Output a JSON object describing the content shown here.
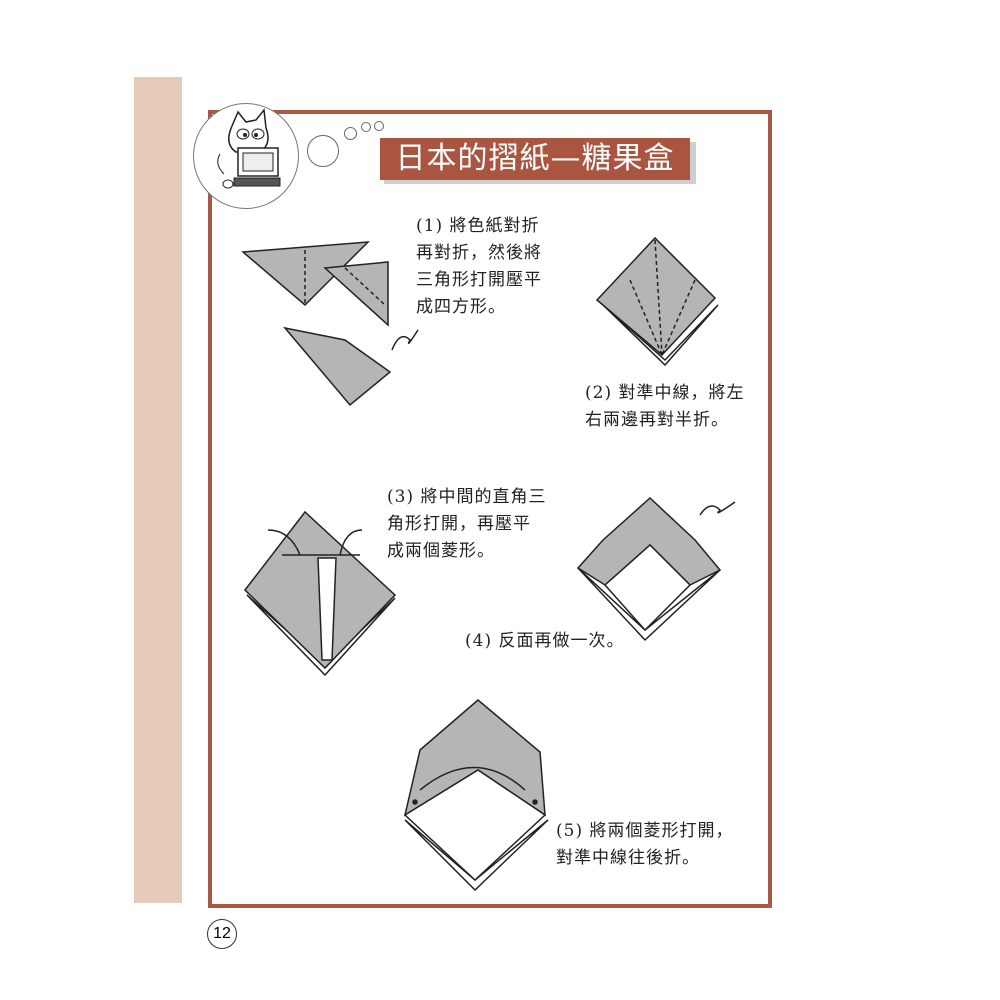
{
  "title": "日本的摺紙—糖果盒",
  "steps": [
    {
      "lines": [
        "(1) 將色紙對折",
        "再對折，然後將",
        "三角形打開壓平",
        "成四方形。"
      ]
    },
    {
      "lines": [
        "(2) 對準中線，將左",
        "右兩邊再對半折。"
      ]
    },
    {
      "lines": [
        "(3) 將中間的直角三",
        "角形打開，再壓平",
        "成兩個菱形。"
      ]
    },
    {
      "lines": [
        "(4) 反面再做一次。"
      ]
    },
    {
      "lines": [
        "(5) 將兩個菱形打開，",
        "對準中線往後折。"
      ]
    }
  ],
  "page_number": "12",
  "colors": {
    "accent": "#a85a45",
    "strip": "#e6cbbb",
    "paper": "#b5b5b5"
  }
}
